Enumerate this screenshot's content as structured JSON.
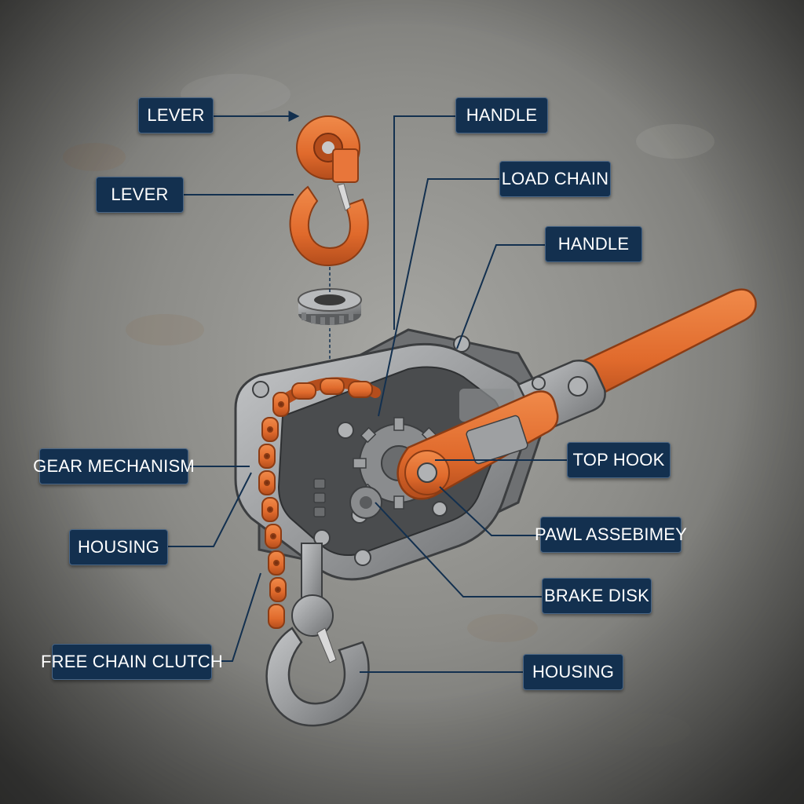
{
  "diagram": {
    "labels": [
      {
        "id": "lever-1",
        "text": "LEVER"
      },
      {
        "id": "lever-2",
        "text": "LEVER"
      },
      {
        "id": "handle-1",
        "text": "HANDLE"
      },
      {
        "id": "load-chain",
        "text": "LOAD CHAIN"
      },
      {
        "id": "handle-2",
        "text": "HANDLE"
      },
      {
        "id": "gear-mechanism",
        "text": "GEAR MECHANISM"
      },
      {
        "id": "housing-1",
        "text": "HOUSING"
      },
      {
        "id": "top-hook",
        "text": "TOP HOOK"
      },
      {
        "id": "pawl-assembly",
        "text": "PAWL ASSEBIMEY"
      },
      {
        "id": "brake-disk",
        "text": "BRAKE DISK"
      },
      {
        "id": "free-chain-clutch",
        "text": "FREE CHAIN CLUTCH"
      },
      {
        "id": "housing-2",
        "text": "HOUSING"
      }
    ]
  },
  "colors": {
    "label_bg": "#13304f",
    "label_text": "#ffffff",
    "leader_line": "#13304f",
    "accent_orange": "#e06a2c",
    "steel": "#9a9c9e"
  },
  "icons": [
    "lever-hoist-illustration",
    "top-hook-icon",
    "bottom-hook-icon",
    "gear-icon",
    "chain-icon"
  ]
}
